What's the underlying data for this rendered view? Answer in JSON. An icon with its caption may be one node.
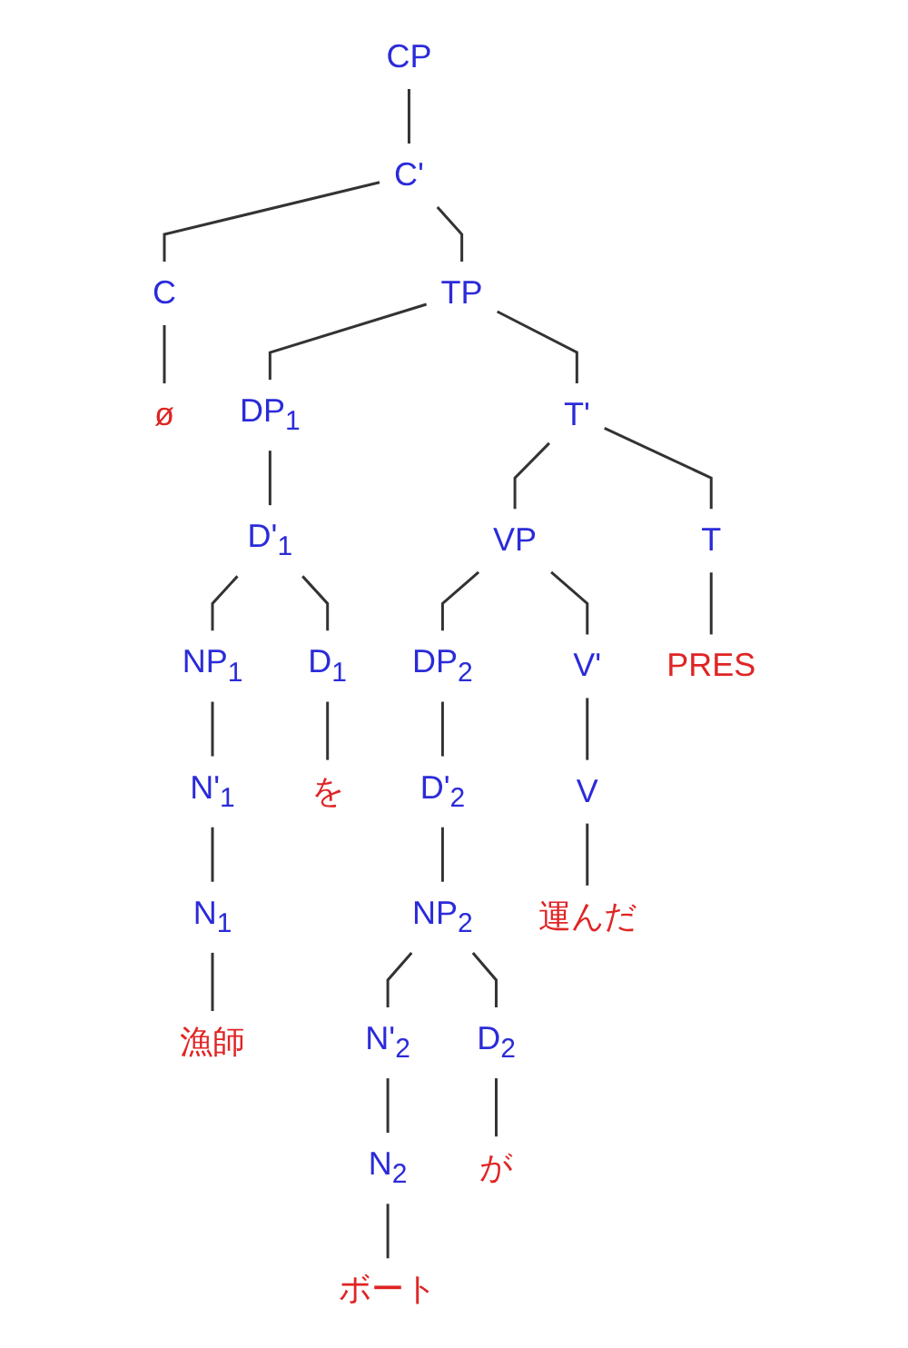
{
  "diagram": {
    "nodes": [
      {
        "text": [
          "CP"
        ]
      },
      {
        "text": [
          "C'"
        ]
      },
      {
        "text": [
          "TP"
        ]
      },
      {
        "text": [
          "C"
        ]
      },
      {
        "text": [
          "ø"
        ]
      },
      {
        "text": [
          "DP$_{1}$"
        ]
      },
      {
        "text": [
          "T'"
        ]
      },
      {
        "text": [
          "D'$_{1}$"
        ]
      },
      {
        "text": [
          "VP"
        ]
      },
      {
        "text": [
          "T"
        ]
      },
      {
        "text": [
          "NP$_{1}$"
        ]
      },
      {
        "text": [
          "D$_{1}$"
        ]
      },
      {
        "text": [
          "DP$_{2}$"
        ]
      },
      {
        "text": [
          "V'"
        ]
      },
      {
        "text": [
          "PRES"
        ]
      },
      {
        "text": [
          "N'$_{1}$"
        ]
      },
      {
        "text": [
          "を"
        ]
      },
      {
        "text": [
          "D'$_{2}$"
        ]
      },
      {
        "text": [
          "V"
        ]
      },
      {
        "text": [
          "N$_{1}$"
        ]
      },
      {
        "text": [
          "NP$_{2}$"
        ]
      },
      {
        "text": [
          "運んだ"
        ]
      },
      {
        "text": [
          "漁師"
        ]
      },
      {
        "text": [
          "N'$_{2}$"
        ]
      },
      {
        "text": [
          "D$_{2}$"
        ]
      },
      {
        "text": [
          "N$_{2}$"
        ]
      },
      {
        "text": [
          "が"
        ]
      },
      {
        "text": [
          "ボート"
        ]
      }
    ],
    "edges": [
      {
        "from": 0,
        "to": 1,
        "arrow": "none"
      },
      {
        "from": 1,
        "to": 2,
        "arrow": "none"
      },
      {
        "from": 1,
        "to": 3,
        "arrow": "none"
      },
      {
        "from": 3,
        "to": 4,
        "arrow": "none"
      },
      {
        "from": 2,
        "to": 5,
        "arrow": "none"
      },
      {
        "from": 2,
        "to": 6,
        "arrow": "none"
      },
      {
        "from": 5,
        "to": 7,
        "arrow": "none"
      },
      {
        "from": 6,
        "to": 8,
        "arrow": "none"
      },
      {
        "from": 6,
        "to": 9,
        "arrow": "none"
      },
      {
        "from": 7,
        "to": 10,
        "arrow": "none"
      },
      {
        "from": 7,
        "to": 11,
        "arrow": "none"
      },
      {
        "from": 9,
        "to": 14,
        "arrow": "none"
      },
      {
        "from": 8,
        "to": 12,
        "arrow": "none"
      },
      {
        "from": 8,
        "to": 13,
        "arrow": "none"
      },
      {
        "from": 10,
        "to": 15,
        "arrow": "none"
      },
      {
        "from": 11,
        "to": 16,
        "arrow": "none"
      },
      {
        "from": 12,
        "to": 17,
        "arrow": "none"
      },
      {
        "from": 13,
        "to": 18,
        "arrow": "none"
      },
      {
        "from": 15,
        "to": 19,
        "arrow": "none"
      },
      {
        "from": 17,
        "to": 20,
        "arrow": "none"
      },
      {
        "from": 18,
        "to": 21,
        "arrow": "none"
      },
      {
        "from": 19,
        "to": 22,
        "arrow": "none"
      },
      {
        "from": 20,
        "to": 23,
        "arrow": "none"
      },
      {
        "from": 20,
        "to": 24,
        "arrow": "none"
      },
      {
        "from": 23,
        "to": 25,
        "arrow": "none"
      },
      {
        "from": 24,
        "to": 26,
        "arrow": "none"
      },
      {
        "from": 25,
        "to": 27,
        "arrow": "none"
      }
    ]
  }
}
